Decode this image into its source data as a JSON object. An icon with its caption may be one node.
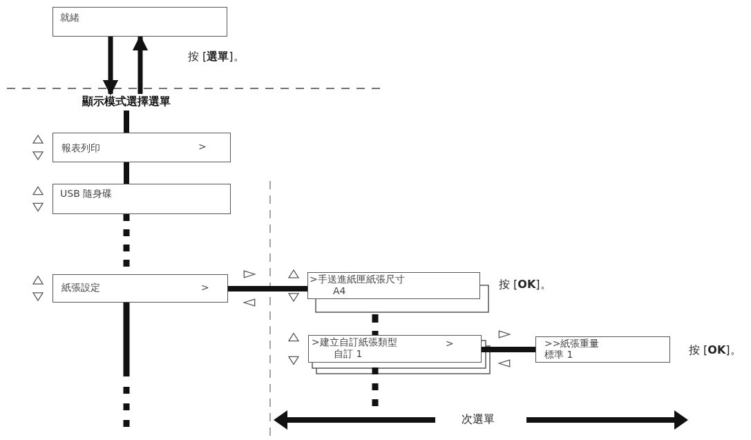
{
  "diagram": {
    "nodes": [
      {
        "text": [
          "就緒"
        ]
      },
      {
        "text": [
          "顯示模式選擇選單"
        ]
      },
      {
        "text": [
          "報表列印",
          ">"
        ]
      },
      {
        "text": [
          "USB 隨身碟"
        ]
      },
      {
        "text": [
          "紙張設定",
          ">"
        ]
      },
      {
        "text": [
          ">手送進紙匣紙張尺寸",
          "A4"
        ]
      },
      {
        "text": [
          ">建立自訂紙張類型",
          ">",
          "自訂 1"
        ]
      },
      {
        "text": [
          ">>紙張重量",
          "標準 1"
        ]
      }
    ],
    "edges": [
      {
        "from": 0,
        "to": 1,
        "arrow": "to"
      },
      {
        "from": 1,
        "to": 0,
        "arrow": "to"
      },
      {
        "from": 1,
        "to": 2,
        "arrow": "none"
      },
      {
        "from": 2,
        "to": 3,
        "arrow": "none"
      },
      {
        "from": 3,
        "to": 4,
        "arrow": "none",
        "style": "dashed"
      },
      {
        "from": 4,
        "to": null,
        "arrow": "none",
        "style": "dashed"
      },
      {
        "from": 4,
        "to": 5,
        "arrow": "none"
      },
      {
        "from": 5,
        "to": 6,
        "arrow": "none",
        "style": "dashed"
      },
      {
        "from": 6,
        "to": 7,
        "arrow": "none"
      },
      {
        "from": 6,
        "to": null,
        "arrow": "none",
        "style": "dashed"
      }
    ],
    "labels": [
      "按 [**選單**]。",
      "按 [**OK**]。",
      "按 [**OK**]。",
      "次選單"
    ]
  }
}
